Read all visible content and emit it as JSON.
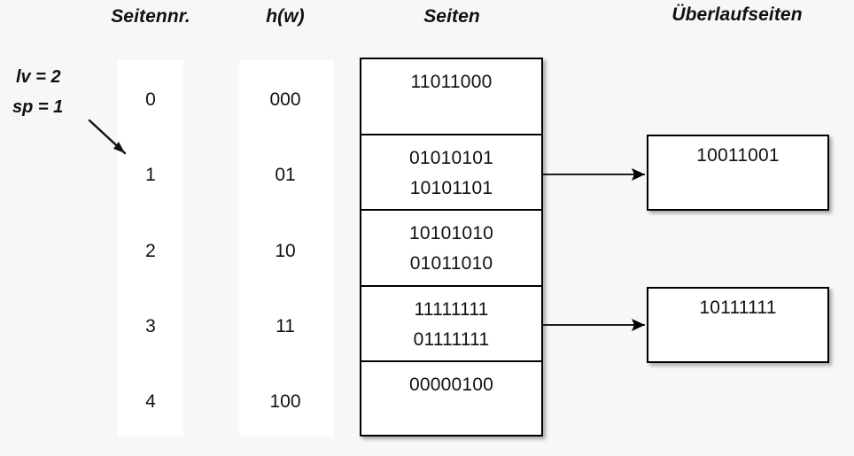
{
  "headers": {
    "page_no": "Seitennr.",
    "hash": "h(w)",
    "pages": "Seiten",
    "overflow_pages": "Überlaufseiten"
  },
  "params": {
    "level": "lv = 2",
    "split_pointer": "sp = 1",
    "pointer_icon": "diagonal-arrow"
  },
  "directory": {
    "rows": [
      {
        "page_no": "0",
        "hash": "000"
      },
      {
        "page_no": "1",
        "hash": "01"
      },
      {
        "page_no": "2",
        "hash": "10"
      },
      {
        "page_no": "3",
        "hash": "11"
      },
      {
        "page_no": "4",
        "hash": "100"
      }
    ]
  },
  "pages": [
    {
      "records": [
        "11011000"
      ]
    },
    {
      "records": [
        "01010101",
        "10101101"
      ]
    },
    {
      "records": [
        "10101010",
        "01011010"
      ]
    },
    {
      "records": [
        "11111111",
        "01111111"
      ]
    },
    {
      "records": [
        "00000100"
      ]
    }
  ],
  "overflow_pages": [
    {
      "records": [
        "10011001"
      ],
      "from_page": 1
    },
    {
      "records": [
        "10111111"
      ],
      "from_page": 3
    }
  ],
  "colors": {
    "background": "#f7f7f7",
    "box_fill": "#ffffff",
    "stroke": "#000000",
    "text": "#111111"
  }
}
